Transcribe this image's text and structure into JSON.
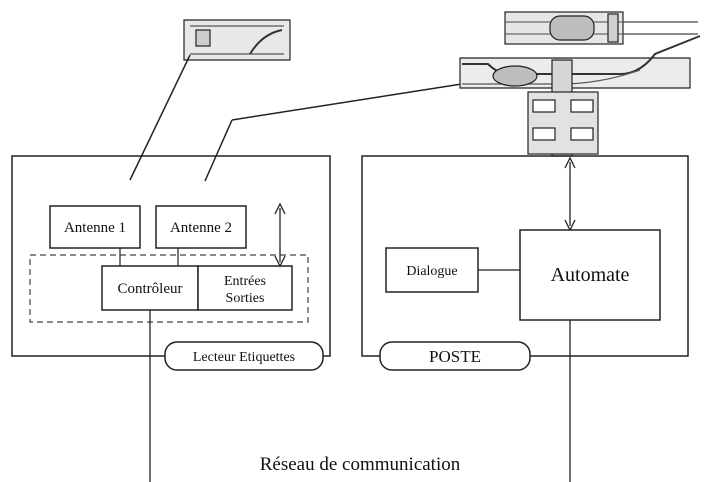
{
  "reader": {
    "antenna1_label": "Antenne 1",
    "antenna2_label": "Antenne 2",
    "controller_label": "Contrôleur",
    "io_label_line1": "Entrées",
    "io_label_line2": "Sorties",
    "tag_label": "Lecteur Etiquettes"
  },
  "station": {
    "dialog_label": "Dialogue",
    "plc_label": "Automate",
    "tag_label": "POSTE"
  },
  "network_label": "Réseau de communication"
}
